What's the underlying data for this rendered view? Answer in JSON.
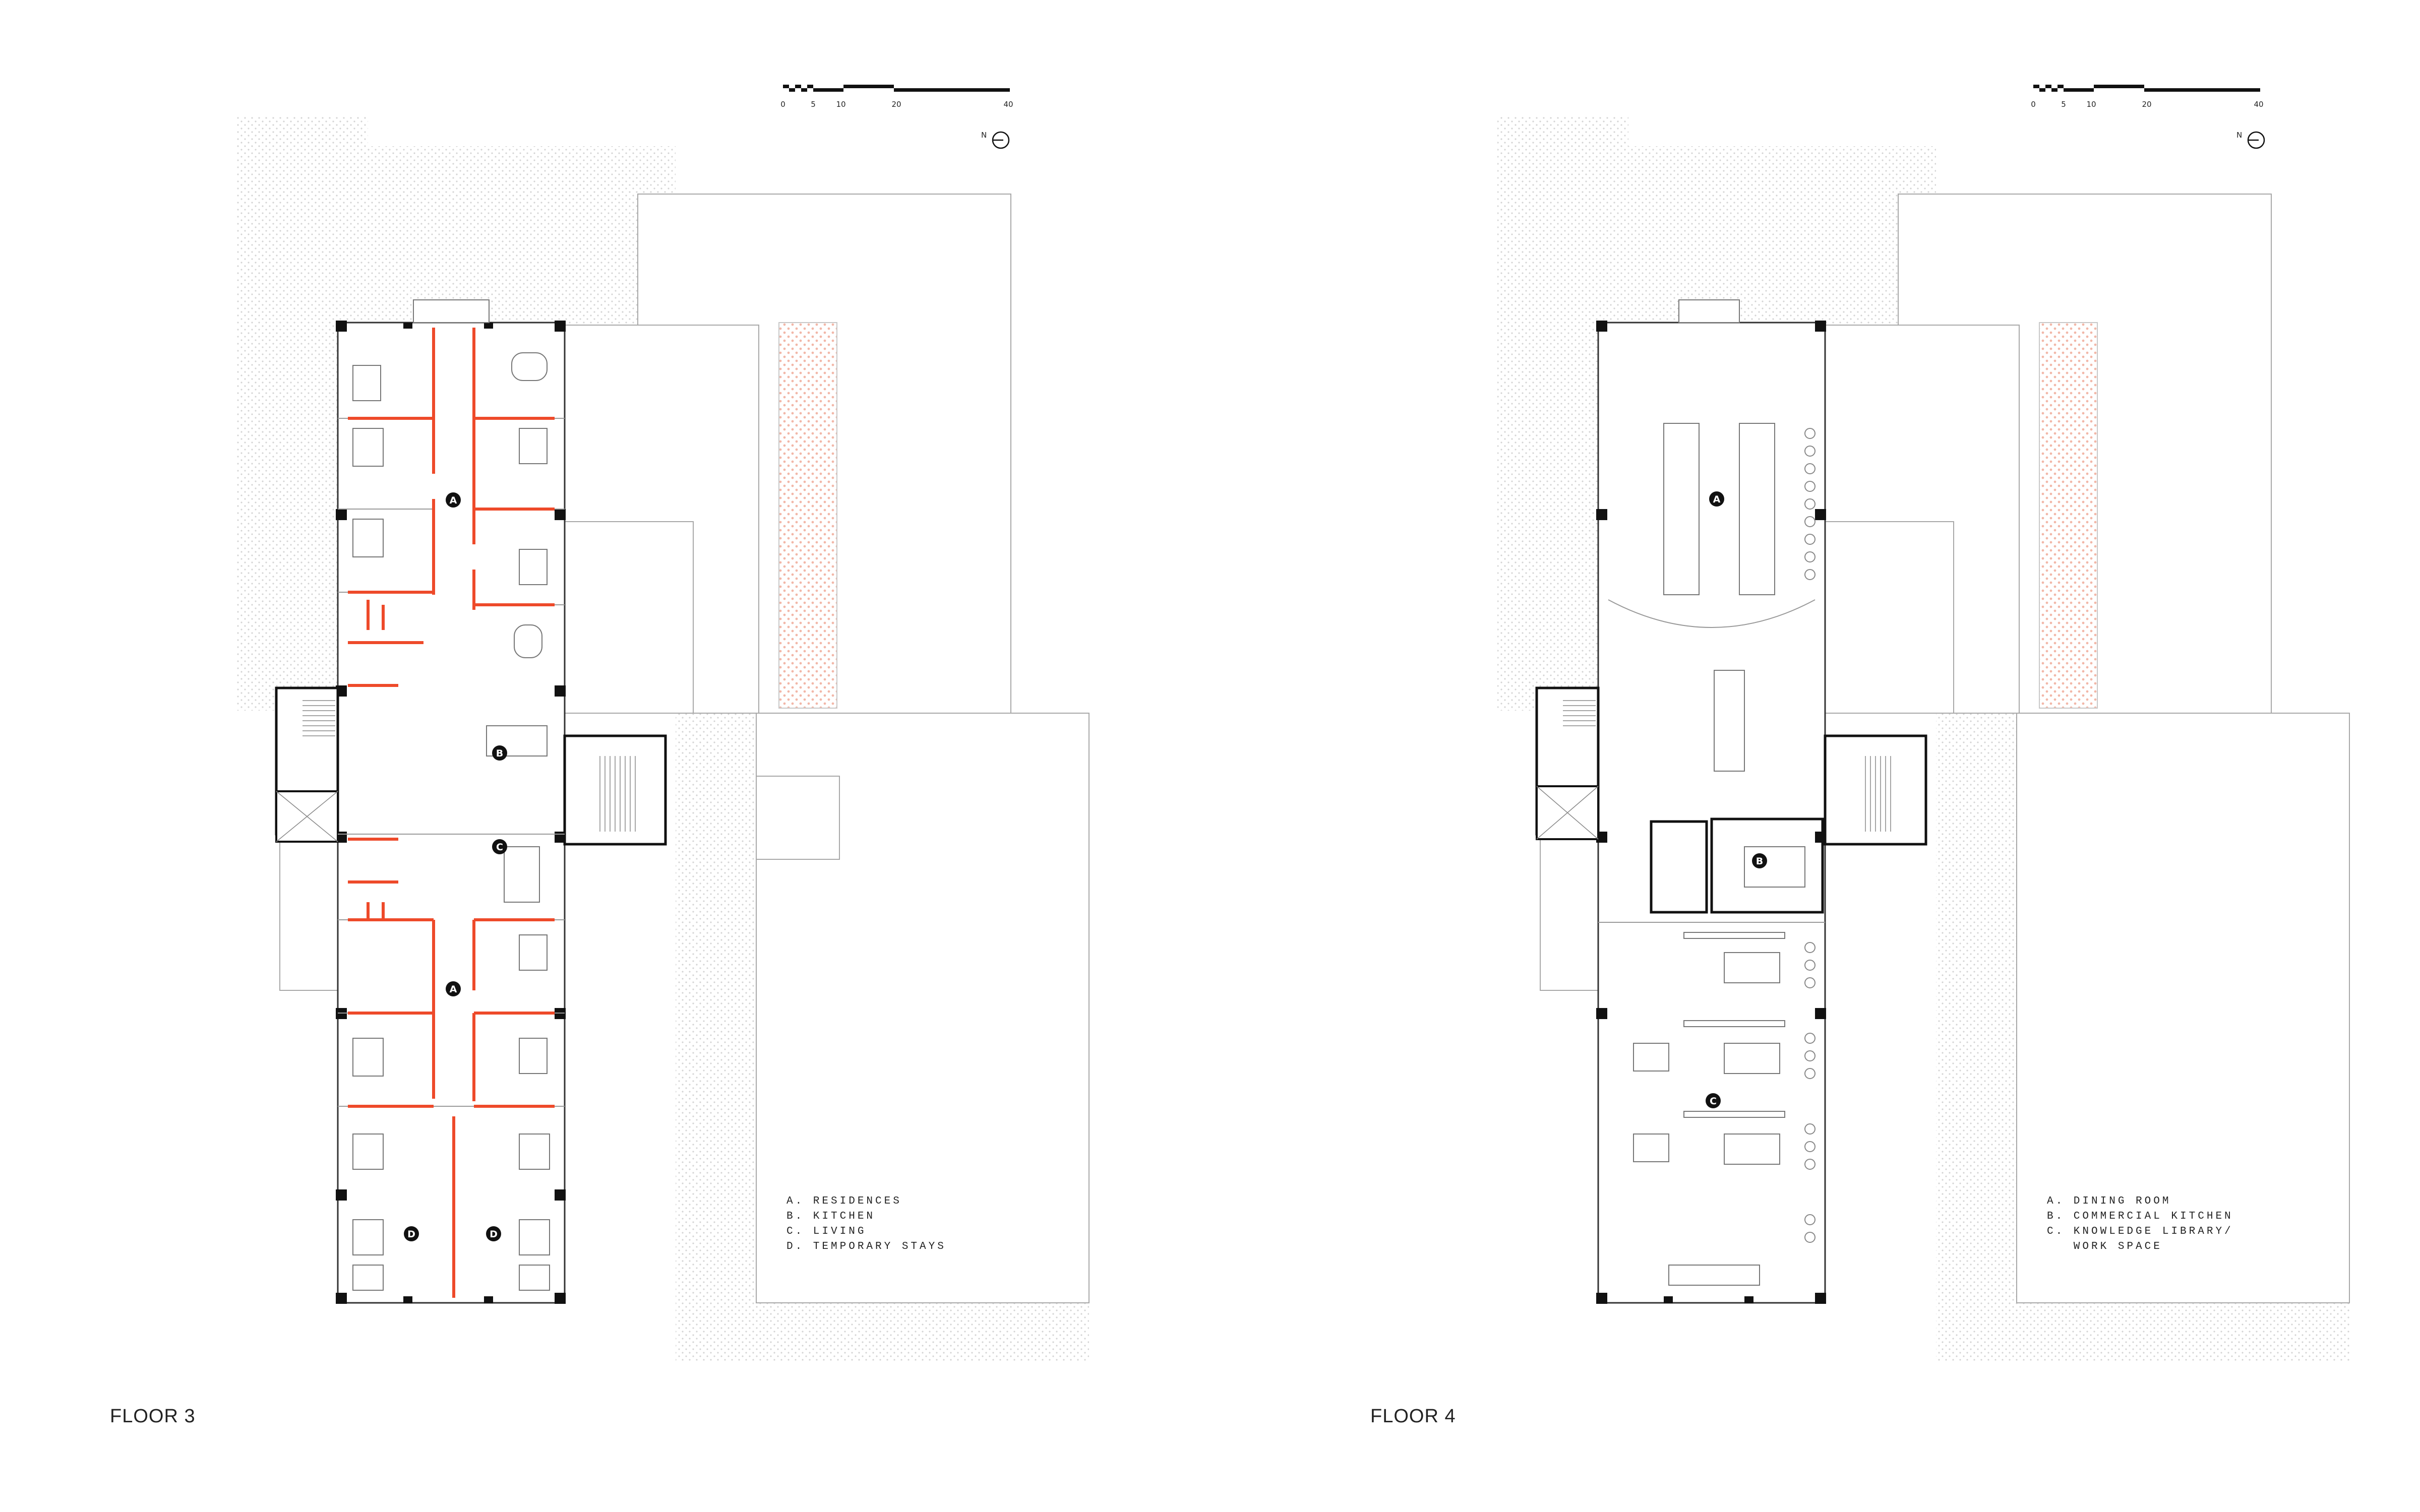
{
  "plans": [
    {
      "title": "FLOOR 3",
      "legend": [
        "A. RESIDENCES",
        "B. KITCHEN",
        "C. LIVING",
        "D. TEMPORARY STAYS"
      ],
      "badges": [
        "A",
        "B",
        "C",
        "A",
        "D",
        "D"
      ]
    },
    {
      "title": "FLOOR 4",
      "legend": [
        "A. DINING ROOM",
        "B. COMMERCIAL KITCHEN",
        "C. KNOWLEDGE LIBRARY/",
        "   WORK SPACE"
      ],
      "badges": [
        "A",
        "B",
        "C"
      ]
    }
  ],
  "scale_bar": {
    "ticks": [
      "0",
      "5",
      "10",
      "20",
      "40"
    ]
  },
  "north_label": "N",
  "colors": {
    "partition": "#ee4a2a",
    "wall": "#111111",
    "line": "#9a9a9a",
    "hatch": "#d9d9d9",
    "pink": "#f2b7a8"
  }
}
